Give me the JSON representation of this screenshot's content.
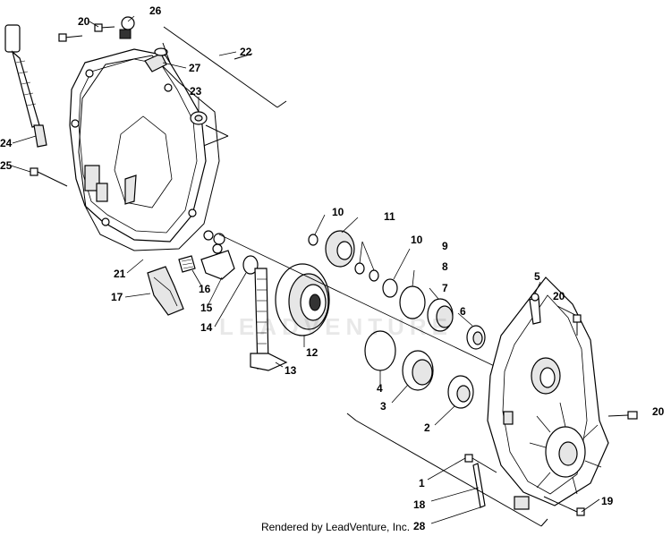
{
  "watermark": "LEADVENTURE",
  "credit": "Rendered by LeadVenture, Inc.",
  "labels": {
    "l26": "26",
    "l20a": "20",
    "l22": "22",
    "l27": "27",
    "l23": "23",
    "l24": "24",
    "l25": "25",
    "l21": "21",
    "l17": "17",
    "l16": "16",
    "l15": "15",
    "l14": "14",
    "l10a": "10",
    "l11": "11",
    "l10b": "10",
    "l9": "9",
    "l8": "8",
    "l7": "7",
    "l6": "6",
    "l5": "5",
    "l20b": "20",
    "l20c": "20",
    "l12": "12",
    "l13": "13",
    "l4": "4",
    "l3": "3",
    "l2": "2",
    "l1": "1",
    "l18": "18",
    "l28": "28",
    "l19": "19"
  }
}
